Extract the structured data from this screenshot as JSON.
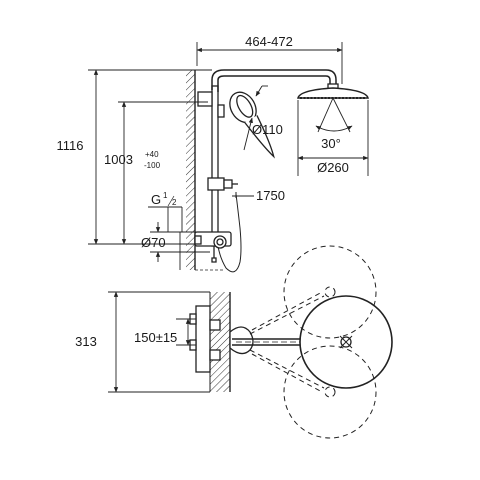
{
  "dimensions": {
    "arm_reach": "464-472",
    "handshower_dia": "Ø110",
    "head_angle": "30°",
    "head_dia": "Ø260",
    "total_height": "1116",
    "height_nominal": "1003",
    "height_tol_plus": "+40",
    "height_tol_minus": "-100",
    "hose_length": "1750",
    "thread": "G",
    "thread_fraction_num": "1",
    "thread_fraction_den": "2",
    "mixer_dia": "Ø70",
    "projection": "313",
    "centres": "150±15"
  }
}
